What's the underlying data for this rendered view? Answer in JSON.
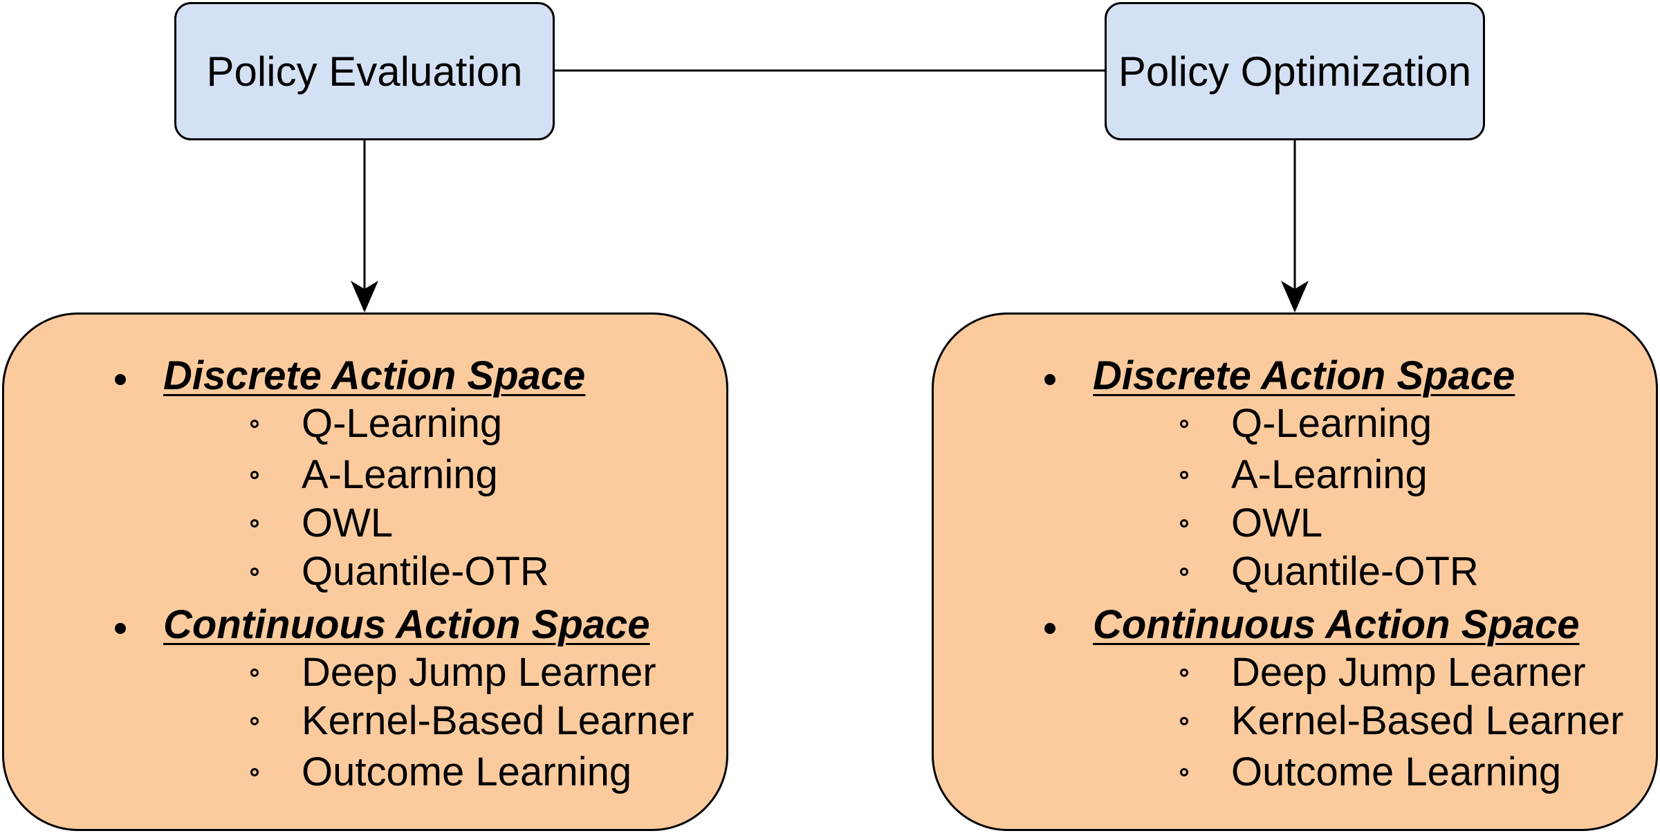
{
  "colors": {
    "top_box_fill": "#d4e1f5",
    "list_box_fill": "#fbcb9e",
    "stroke": "#000000",
    "background": "#ffffff"
  },
  "top_boxes": [
    {
      "id": "policy-evaluation",
      "label": "Policy Evaluation"
    },
    {
      "id": "policy-optimization",
      "label": "Policy Optimization"
    }
  ],
  "panels": [
    {
      "id": "evaluation",
      "groups": [
        {
          "title": "Discrete Action Space",
          "items": [
            "Q-Learning",
            "A-Learning",
            "OWL",
            "Quantile-OTR"
          ]
        },
        {
          "title": "Continuous Action Space",
          "items": [
            "Deep Jump Learner",
            "Kernel-Based Learner",
            "Outcome Learning"
          ]
        }
      ]
    },
    {
      "id": "optimization",
      "groups": [
        {
          "title": "Discrete Action Space",
          "items": [
            "Q-Learning",
            "A-Learning",
            "OWL",
            "Quantile-OTR"
          ]
        },
        {
          "title": "Continuous Action Space",
          "items": [
            "Deep Jump Learner",
            "Kernel-Based Learner",
            "Outcome Learning"
          ]
        }
      ]
    }
  ],
  "connectors": [
    {
      "from": "policy-evaluation",
      "to": "policy-optimization",
      "type": "line"
    },
    {
      "from": "policy-evaluation",
      "to": "evaluation",
      "type": "arrow"
    },
    {
      "from": "policy-optimization",
      "to": "optimization",
      "type": "arrow"
    }
  ]
}
